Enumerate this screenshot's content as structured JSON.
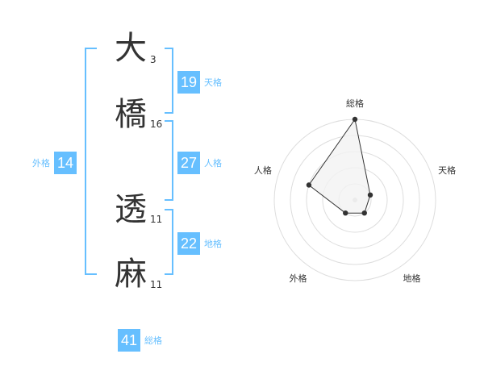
{
  "name": {
    "chars": [
      {
        "char": "大",
        "strokes": "3"
      },
      {
        "char": "橋",
        "strokes": "16"
      },
      {
        "char": "透",
        "strokes": "11"
      },
      {
        "char": "麻",
        "strokes": "11"
      }
    ]
  },
  "fortunes": {
    "tenkaku": {
      "value": "19",
      "label": "天格"
    },
    "jinkaku": {
      "value": "27",
      "label": "人格"
    },
    "chikaku": {
      "value": "22",
      "label": "地格"
    },
    "gaikaku": {
      "value": "14",
      "label": "外格"
    },
    "soukaku": {
      "value": "41",
      "label": "総格"
    }
  },
  "chart_data": {
    "type": "radar",
    "axes": [
      "総格",
      "天格",
      "地格",
      "外格",
      "人格"
    ],
    "values": [
      5,
      1,
      1,
      1,
      3
    ],
    "max": 5,
    "rings": 5,
    "colors": {
      "grid": "#dddddd",
      "area": "#f2f2f2",
      "line": "#333333",
      "point": "#333333",
      "center": "#cccccc"
    }
  },
  "colors": {
    "accent": "#66bfff",
    "text": "#333333"
  }
}
